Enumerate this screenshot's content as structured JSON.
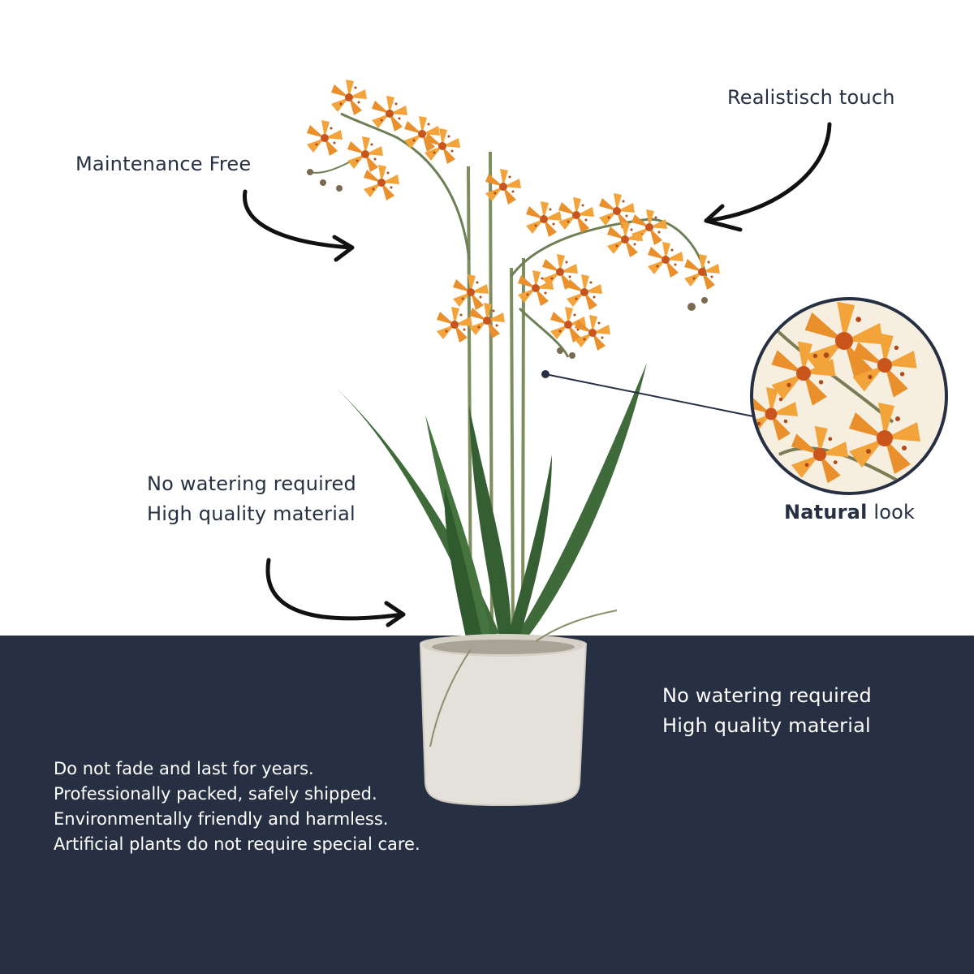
{
  "colors": {
    "navy": "#263042",
    "background": "#ffffff",
    "petal": "#f2a33a",
    "leaf": "#3f6b3a",
    "pot": "#e4e1da"
  },
  "callouts": {
    "maintenance": "Maintenance Free",
    "realistic": "Realistisch touch",
    "features_left": [
      "No watering required",
      "High quality material"
    ],
    "features_right": [
      "No watering required",
      "High quality material"
    ],
    "natural_bold": "Natural",
    "natural_rest": " look"
  },
  "benefits": [
    "Do not fade and last for years.",
    "Professionally packed, safely shipped.",
    "Environmentally friendly and harmless.",
    "Artificial plants do not require special care."
  ],
  "icons": {
    "arrow": "curved-arrow-icon",
    "zoom": "magnifier-circle-icon"
  }
}
